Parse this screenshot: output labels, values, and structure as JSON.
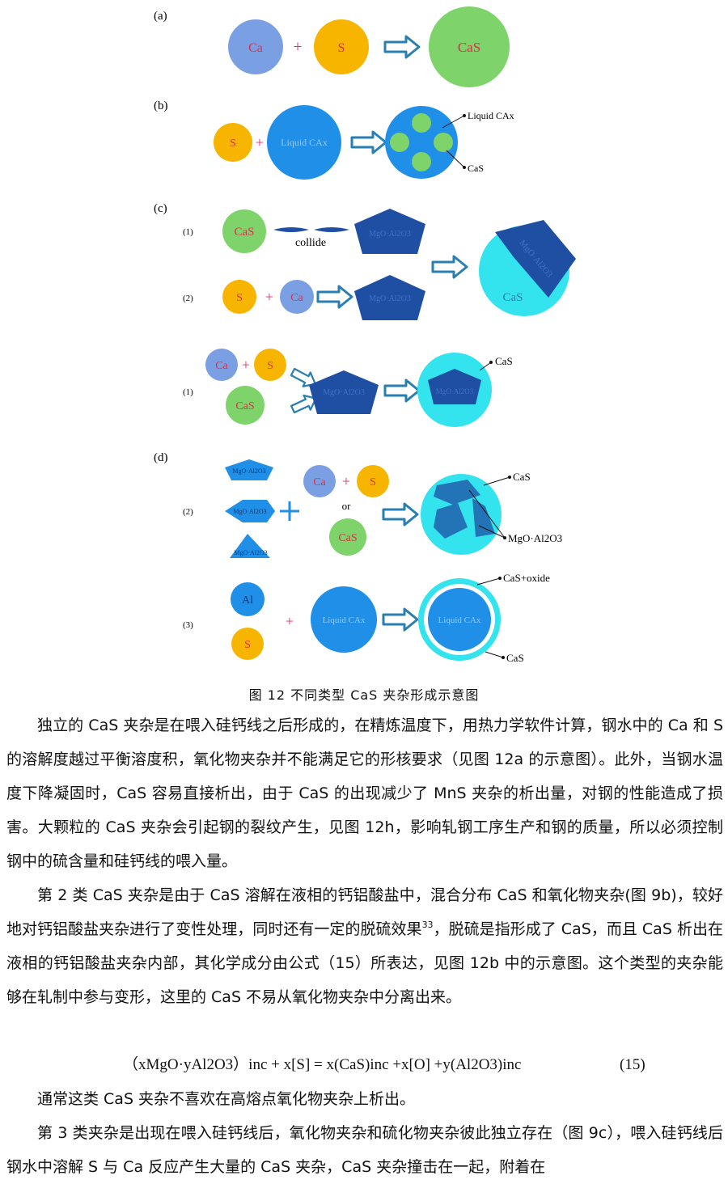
{
  "panels": {
    "a": {
      "label": "(a)",
      "ca": "Ca",
      "plus": "+",
      "s": "S",
      "product": "CaS"
    },
    "b": {
      "label": "(b)",
      "s": "S",
      "plus": "+",
      "liquid": "Liquid CAx",
      "ann_liquid": "Liquid CAx",
      "ann_cas": "CaS"
    },
    "c": {
      "label": "(c)",
      "r1": "(1)",
      "cas": "CaS",
      "collide": "collide",
      "spinel1": "MgO·Al2O3",
      "r2": "(2)",
      "s": "S",
      "plus": "+",
      "ca": "Ca",
      "spinel2": "MgO·Al2O3",
      "final_spinel": "MgO·Al2O3",
      "final_cas": "CaS"
    },
    "c2": {
      "r1": "(1)",
      "ca": "Ca",
      "plus": "+",
      "s": "S",
      "cas": "CaS",
      "spinel": "MgO·Al2O3",
      "result_spinel": "MgO·Al2O3",
      "ann_cas": "CaS"
    },
    "d": {
      "label": "(d)",
      "r2": "(2)",
      "shape1": "MgO·Al2O3",
      "shape2": "MgO·Al2O3",
      "shape3": "MgO·Al2O3",
      "ca": "Ca",
      "plus": "+",
      "s": "S",
      "or": "or",
      "cas": "CaS",
      "ann_cas": "CaS",
      "ann_spinel": "MgO·Al2O3"
    },
    "d3": {
      "r3": "(3)",
      "al": "Al",
      "s": "S",
      "plus": "+",
      "liquid": "Liquid CAx",
      "result_liquid": "Liquid CAx",
      "ann_oxide": "CaS+oxide",
      "ann_cas": "CaS"
    }
  },
  "colors": {
    "ca": "#7b9fe3",
    "s": "#f7b500",
    "cas": "#7ed36a",
    "liquid": "#1f8fe8",
    "spinel": "#1e4fa3",
    "cyan": "#33e3ee",
    "plus": "#e0336a"
  },
  "caption": "图 12 不同类型 CaS 夹杂形成示意图",
  "para1": "独立的 CaS 夹杂是在喂入硅钙线之后形成的，在精炼温度下，用热力学软件计算，钢水中的 Ca 和 S 的溶解度越过平衡溶度积，氧化物夹杂并不能满足它的形核要求（见图 12a 的示意图）。此外，当钢水温度下降凝固时，CaS 容易直接析出，由于 CaS 的出现减少了 MnS 夹杂的析出量，对钢的性能造成了损害。大颗粒的 CaS 夹杂会引起钢的裂纹产生，见图 12h，影响轧钢工序生产和钢的质量，所以必须控制钢中的硫含量和硅钙线的喂入量。",
  "para2_a": "第 2 类 CaS 夹杂是由于 CaS 溶解在液相的钙铝酸盐中，混合分布 CaS 和氧化物夹杂(图 9b)，较好地对钙铝酸盐夹杂进行了变性处理，同时还有一定的脱硫效果",
  "para2_ref": "33",
  "para2_b": "，脱硫是指形成了 CaS，而且 CaS 析出在液相的钙铝酸盐夹杂内部，其化学成分由公式（15）所表达，见图 12b 中的示意图。这个类型的夹杂能够在轧制中参与变形，这里的 CaS 不易从氧化物夹杂中分离出来。",
  "equation": "（xMgO·yAl2O3）inc + x[S] = x(CaS)inc +x[O] +y(Al2O3)inc",
  "equation_number": "(15)",
  "para3": "通常这类 CaS 夹杂不喜欢在高熔点氧化物夹杂上析出。",
  "para4": "第 3 类夹杂是出现在喂入硅钙线后，氧化物夹杂和硫化物夹杂彼此独立存在（图 9c），喂入硅钙线后钢水中溶解 S 与 Ca 反应产生大量的 CaS 夹杂，CaS 夹杂撞击在一起，附着在"
}
